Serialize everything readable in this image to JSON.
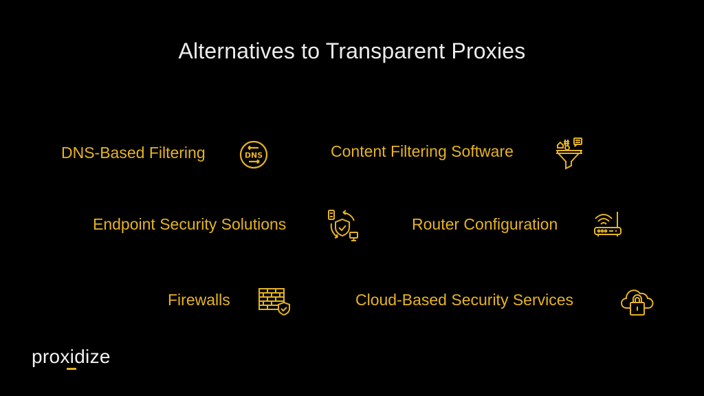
{
  "title": "Alternatives to Transparent Proxies",
  "accent_color": "#e6b422",
  "items": [
    {
      "label": "DNS-Based Filtering",
      "icon": "dns-icon"
    },
    {
      "label": "Content Filtering Software",
      "icon": "funnel-filter-icon"
    },
    {
      "label": "Endpoint Security Solutions",
      "icon": "endpoint-shield-sync-icon"
    },
    {
      "label": "Router Configuration",
      "icon": "wifi-router-icon"
    },
    {
      "label": "Firewalls",
      "icon": "brick-wall-shield-icon"
    },
    {
      "label": "Cloud-Based Security Services",
      "icon": "cloud-lock-icon"
    }
  ],
  "icon_texts": {
    "dns": "DNS"
  },
  "logo": {
    "text": "proxidize"
  }
}
